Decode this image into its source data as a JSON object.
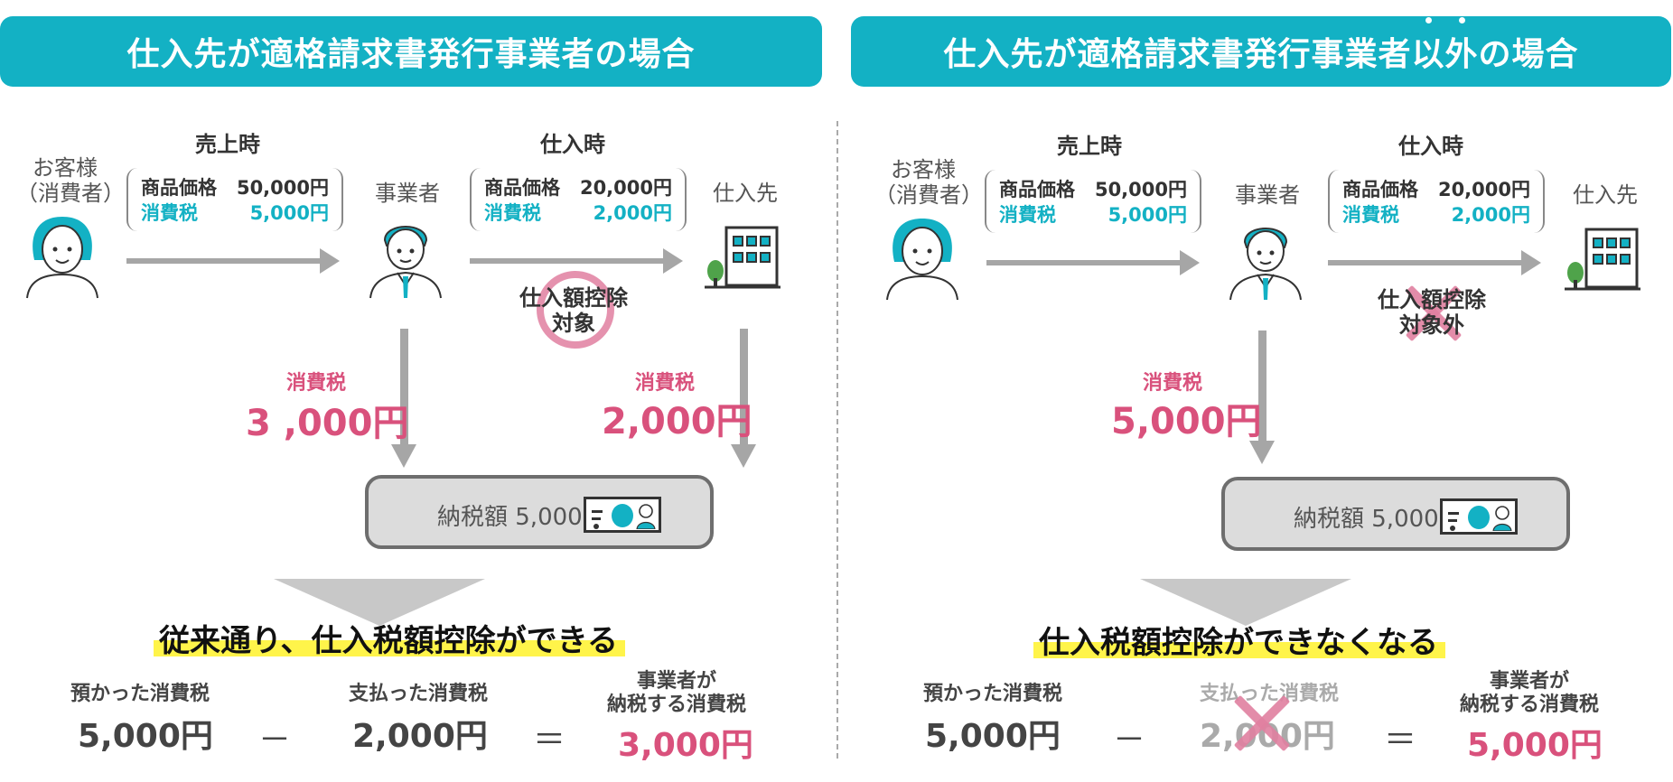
{
  "left": {
    "header": "仕入先が適格請求書発行事業者の場合",
    "sales_label": "売上時",
    "purchase_label": "仕入時",
    "customer_label_1": "お客様",
    "customer_label_2": "（消費者）",
    "business_label": "事業者",
    "supplier_label": "仕入先",
    "sales_box": {
      "price_key": "商品価格",
      "price_val": "50,000円",
      "tax_key": "消費税",
      "tax_val": "5,000円"
    },
    "purchase_box": {
      "price_key": "商品価格",
      "price_val": "20,000円",
      "tax_key": "消費税",
      "tax_val": "2,000円"
    },
    "deduction_1": "仕入額控除",
    "deduction_2": "対象",
    "tax_a_label": "消費税",
    "tax_a_value": "3 ,000円",
    "tax_b_label": "消費税",
    "tax_b_value": "2,000円",
    "payment_box": "納税額 5,000円",
    "result": "従来通り、仕入税額控除ができる",
    "eq": {
      "received_label": "預かった消費税",
      "received_value": "5,000円",
      "minus": "－",
      "paid_label": "支払った消費税",
      "paid_value": "2,000円",
      "equals": "＝",
      "owed_label_1": "事業者が",
      "owed_label_2": "納税する消費税",
      "owed_value": "3,000円"
    }
  },
  "right": {
    "header_main": "仕入先が適格請求書発行事業者",
    "header_emph_1": "以",
    "header_emph_2": "外",
    "header_tail": "の場合",
    "sales_label": "売上時",
    "purchase_label": "仕入時",
    "customer_label_1": "お客様",
    "customer_label_2": "（消費者）",
    "business_label": "事業者",
    "supplier_label": "仕入先",
    "sales_box": {
      "price_key": "商品価格",
      "price_val": "50,000円",
      "tax_key": "消費税",
      "tax_val": "5,000円"
    },
    "purchase_box": {
      "price_key": "商品価格",
      "price_val": "20,000円",
      "tax_key": "消費税",
      "tax_val": "2,000円"
    },
    "deduction_1": "仕入額控除",
    "deduction_2": "対象外",
    "tax_a_label": "消費税",
    "tax_a_value": "5,000円",
    "payment_box": "納税額 5,000円",
    "result": "仕入税額控除ができなくなる",
    "eq": {
      "received_label": "預かった消費税",
      "received_value": "5,000円",
      "minus": "－",
      "paid_label": "支払った消費税",
      "paid_value": "2,000円",
      "equals": "＝",
      "owed_label_1": "事業者が",
      "owed_label_2": "納税する消費税",
      "owed_value": "5,000円"
    }
  },
  "colors": {
    "teal": "#13b1c4",
    "pink": "#d9517c",
    "highlight": "#fff44a",
    "arrow": "#a6a6a6"
  },
  "icons": [
    "customer-person-icon",
    "business-person-icon",
    "supplier-building-icon",
    "id-card-icon",
    "circle-mark-icon",
    "cross-mark-icon"
  ]
}
